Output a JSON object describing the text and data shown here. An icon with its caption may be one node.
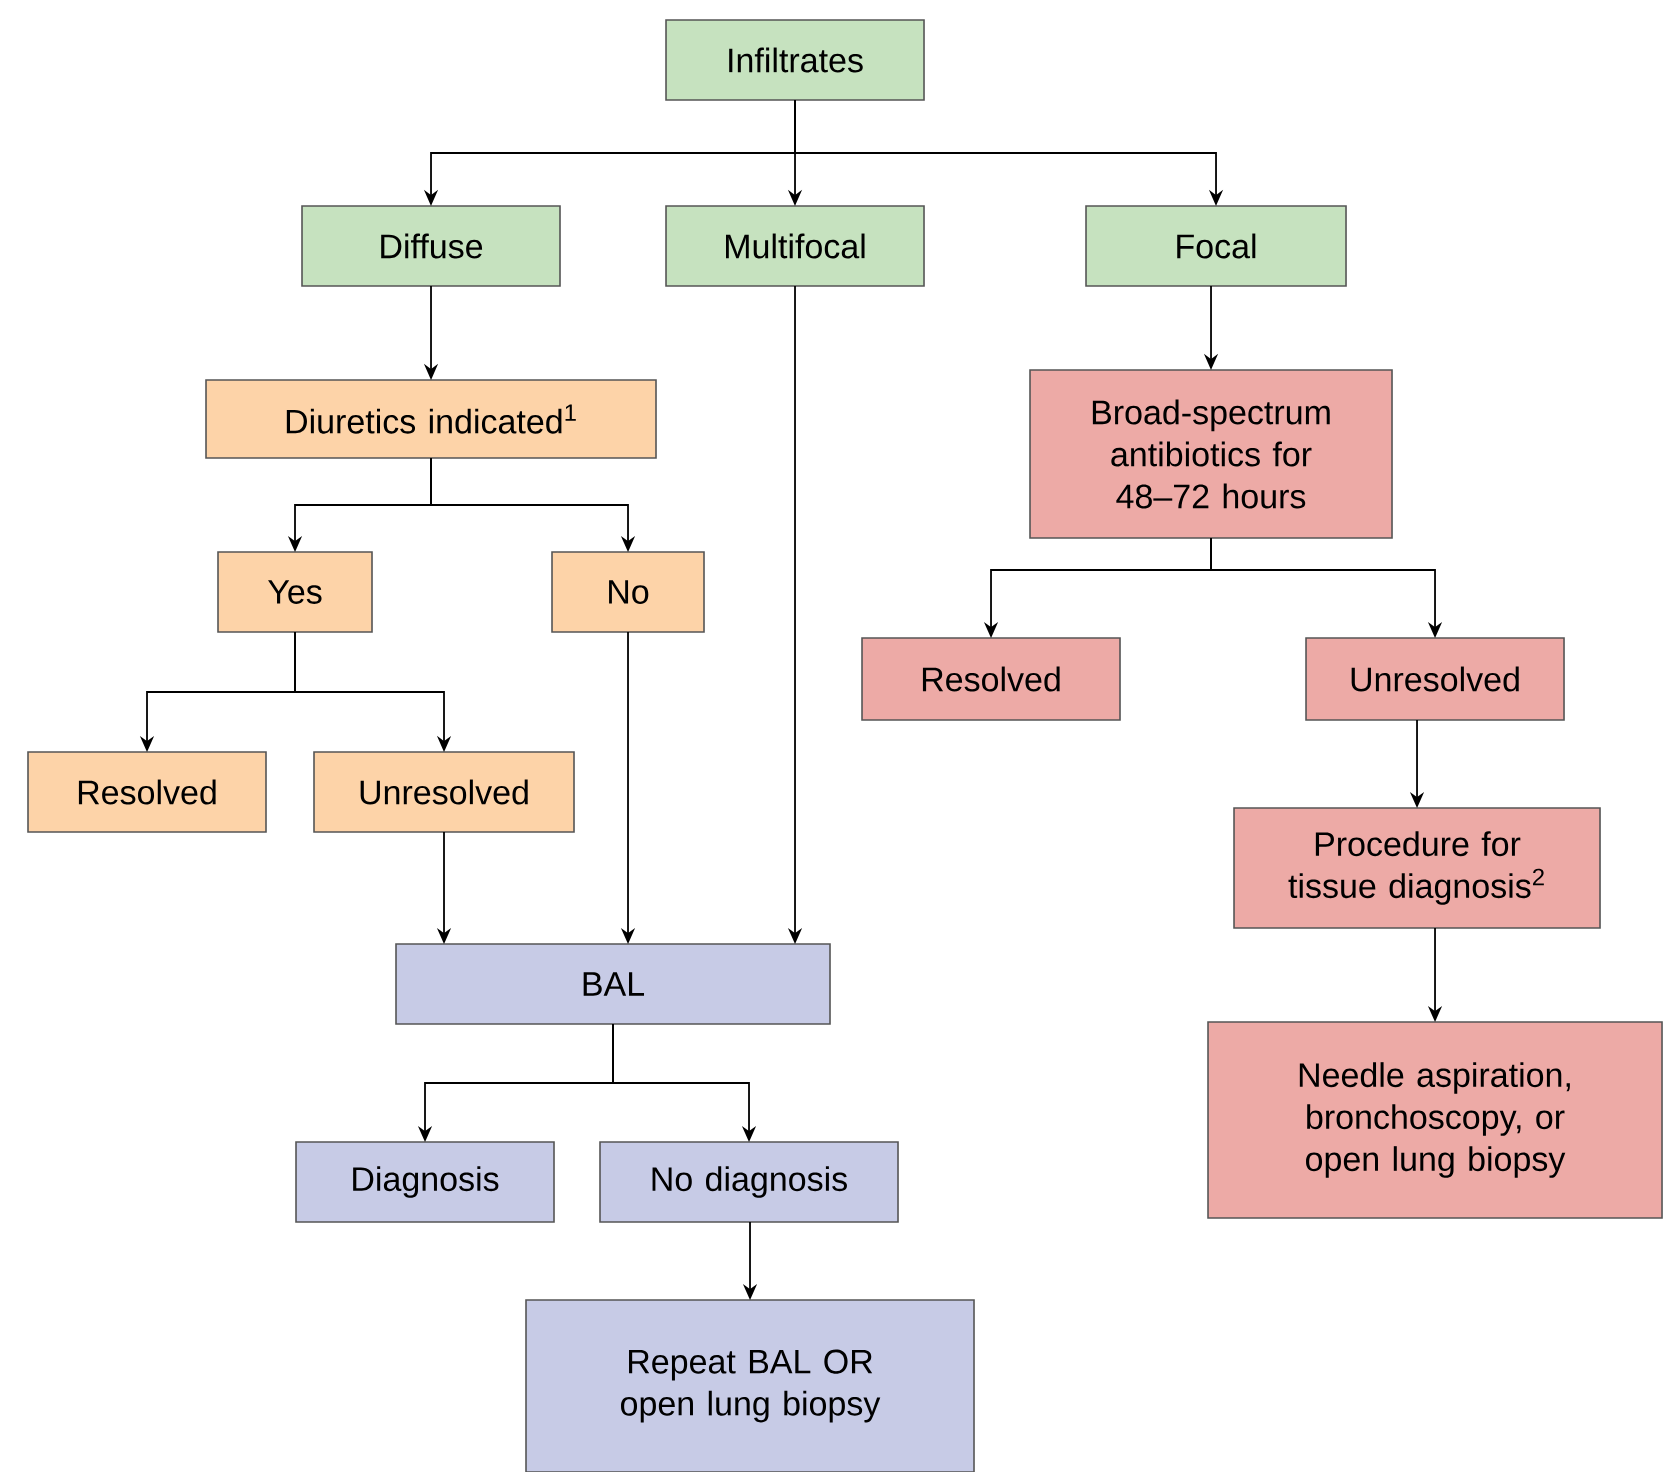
{
  "diagram": {
    "nodes": [
      {
        "text": [
          "Infiltrates"
        ]
      },
      {
        "text": [
          "Diffuse"
        ]
      },
      {
        "text": [
          "Multifocal"
        ]
      },
      {
        "text": [
          "Focal"
        ]
      },
      {
        "text": [
          "Diuretics indicated$^{1}$"
        ]
      },
      {
        "text": [
          "Broad-spectrum antibiotics for 48–72 hours"
        ]
      },
      {
        "text": [
          "Yes"
        ]
      },
      {
        "text": [
          "No"
        ]
      },
      {
        "text": [
          "Resolved"
        ]
      },
      {
        "text": [
          "Unresolved"
        ]
      },
      {
        "text": [
          "Resolved"
        ]
      },
      {
        "text": [
          "Unresolved"
        ]
      },
      {
        "text": [
          "Procedure for tissue diagnosis$^{2}$"
        ]
      },
      {
        "text": [
          "BAL"
        ]
      },
      {
        "text": [
          "Needle aspiration, bronchoscopy, or open lung biopsy"
        ]
      },
      {
        "text": [
          "Diagnosis"
        ]
      },
      {
        "text": [
          "No diagnosis"
        ]
      },
      {
        "text": [
          "Repeat BAL OR open lung biopsy"
        ]
      }
    ],
    "edges": [
      {
        "from": 0,
        "to": 1,
        "arrow": "to"
      },
      {
        "from": 0,
        "to": 2,
        "arrow": "to"
      },
      {
        "from": 0,
        "to": 3,
        "arrow": "to"
      },
      {
        "from": 1,
        "to": 4,
        "arrow": "to"
      },
      {
        "from": 3,
        "to": 5,
        "arrow": "to"
      },
      {
        "from": 4,
        "to": 6,
        "arrow": "to"
      },
      {
        "from": 4,
        "to": 7,
        "arrow": "to"
      },
      {
        "from": 5,
        "to": 8,
        "arrow": "to"
      },
      {
        "from": 5,
        "to": 9,
        "arrow": "to"
      },
      {
        "from": 6,
        "to": 10,
        "arrow": "to"
      },
      {
        "from": 6,
        "to": 11,
        "arrow": "to"
      },
      {
        "from": 9,
        "to": 12,
        "arrow": "to"
      },
      {
        "from": 11,
        "to": 13,
        "arrow": "to"
      },
      {
        "from": 7,
        "to": 13,
        "arrow": "to"
      },
      {
        "from": 2,
        "to": 13,
        "arrow": "to"
      },
      {
        "from": 12,
        "to": 14,
        "arrow": "to"
      },
      {
        "from": 13,
        "to": 15,
        "arrow": "to"
      },
      {
        "from": 13,
        "to": 16,
        "arrow": "to"
      },
      {
        "from": 16,
        "to": 17,
        "arrow": "to"
      }
    ]
  }
}
